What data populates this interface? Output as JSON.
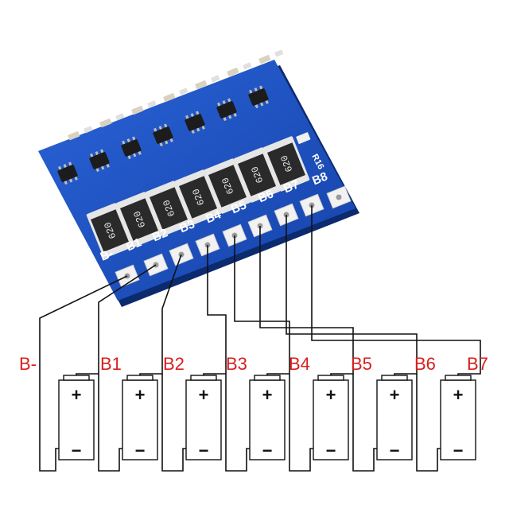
{
  "pcb": {
    "pad_labels": [
      "B-",
      "B1",
      "B2",
      "B3",
      "B4",
      "B5",
      "B6",
      "B7",
      "B8"
    ],
    "resistor_code": "620",
    "designator": "R16",
    "board_color": "#1a4fc4"
  },
  "batteries": {
    "plus_symbol": "+",
    "minus_symbol": "−"
  },
  "wire_labels": [
    "B-",
    "B1",
    "B2",
    "B3",
    "B4",
    "B5",
    "B6",
    "B7"
  ],
  "colors": {
    "label_red": "#d81e1e",
    "wire": "#111111",
    "silkscreen": "#ffffff"
  }
}
